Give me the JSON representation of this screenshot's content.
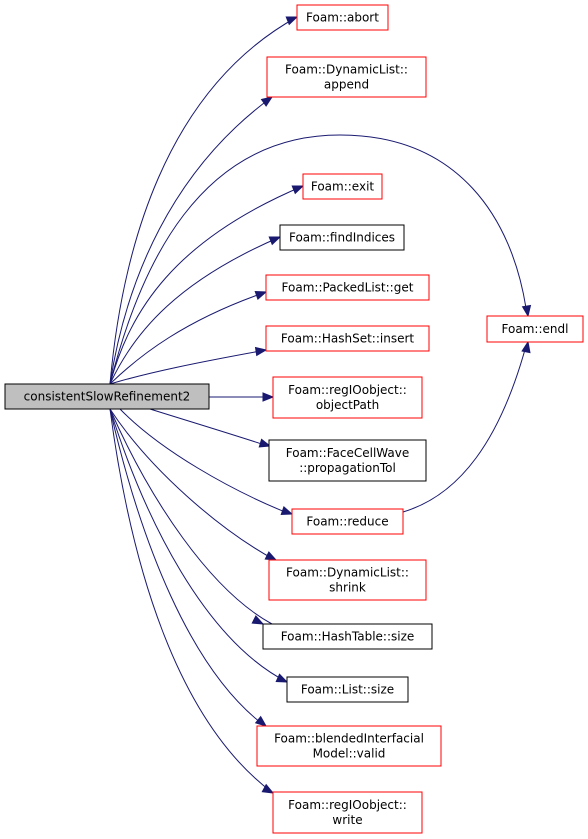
{
  "colors": {
    "edge": "#191970",
    "root_fill": "#bfbfbf",
    "root_border": "#000000",
    "node_fill": "#ffffff",
    "documented_border": "#000000",
    "undocumented_border": "#ff0000"
  },
  "root": {
    "label": "consistentSlowRefinement2"
  },
  "nodes": [
    {
      "id": "abort",
      "lines": [
        "Foam::abort"
      ],
      "border": "red"
    },
    {
      "id": "dl-append",
      "lines": [
        "Foam::DynamicList::",
        "append"
      ],
      "border": "red"
    },
    {
      "id": "exit",
      "lines": [
        "Foam::exit"
      ],
      "border": "red"
    },
    {
      "id": "findIndices",
      "lines": [
        "Foam::findIndices"
      ],
      "border": "black"
    },
    {
      "id": "packedlist-get",
      "lines": [
        "Foam::PackedList::get"
      ],
      "border": "red"
    },
    {
      "id": "hashset-insert",
      "lines": [
        "Foam::HashSet::insert"
      ],
      "border": "red"
    },
    {
      "id": "regio-objectpath",
      "lines": [
        "Foam::regIOobject::",
        "objectPath"
      ],
      "border": "red"
    },
    {
      "id": "facecellwave-proptol",
      "lines": [
        "Foam::FaceCellWave",
        "::propagationTol"
      ],
      "border": "black"
    },
    {
      "id": "reduce",
      "lines": [
        "Foam::reduce"
      ],
      "border": "red"
    },
    {
      "id": "dl-shrink",
      "lines": [
        "Foam::DynamicList::",
        "shrink"
      ],
      "border": "red"
    },
    {
      "id": "hashtable-size",
      "lines": [
        "Foam::HashTable::size"
      ],
      "border": "black"
    },
    {
      "id": "list-size",
      "lines": [
        "Foam::List::size"
      ],
      "border": "black"
    },
    {
      "id": "blended-valid",
      "lines": [
        "Foam::blendedInterfacial",
        "Model::valid"
      ],
      "border": "red"
    },
    {
      "id": "regio-write",
      "lines": [
        "Foam::regIOobject::",
        "write"
      ],
      "border": "red"
    },
    {
      "id": "endl",
      "lines": [
        "Foam::endl"
      ],
      "border": "red"
    }
  ],
  "edges": [
    [
      "root",
      "abort"
    ],
    [
      "root",
      "dl-append"
    ],
    [
      "root",
      "endl"
    ],
    [
      "root",
      "exit"
    ],
    [
      "root",
      "findIndices"
    ],
    [
      "root",
      "packedlist-get"
    ],
    [
      "root",
      "hashset-insert"
    ],
    [
      "root",
      "regio-objectpath"
    ],
    [
      "root",
      "facecellwave-proptol"
    ],
    [
      "root",
      "reduce"
    ],
    [
      "root",
      "dl-shrink"
    ],
    [
      "root",
      "hashtable-size"
    ],
    [
      "root",
      "list-size"
    ],
    [
      "root",
      "blended-valid"
    ],
    [
      "root",
      "regio-write"
    ],
    [
      "reduce",
      "endl"
    ]
  ]
}
